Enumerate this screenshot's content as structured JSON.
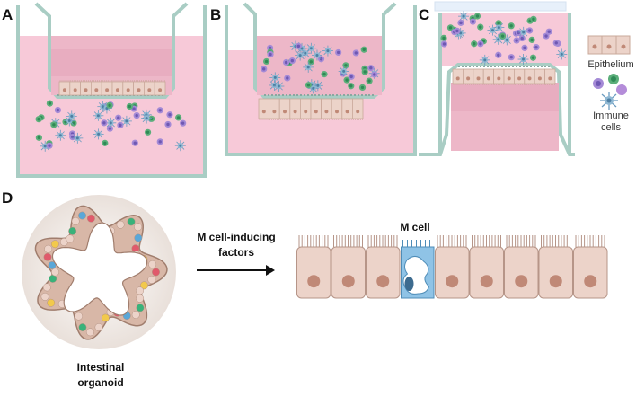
{
  "panels": {
    "a": {
      "label": "A"
    },
    "b": {
      "label": "B"
    },
    "c": {
      "label": "C"
    },
    "d": {
      "label": "D"
    }
  },
  "legend": {
    "epithelium": "Epithelium",
    "immune_line1": "Immune",
    "immune_line2": "cells"
  },
  "arrow": {
    "line1": "M cell-inducing",
    "line2": "factors"
  },
  "mcell": {
    "label": "M cell"
  },
  "organoid": {
    "line1": "Intestinal",
    "line2": "organoid"
  },
  "colors": {
    "well_frame": "#a9cdc4",
    "media": "#f7c9d8",
    "insert_fill": "#edb7c8",
    "epithelium": "#ecd3c9",
    "nucleus": "#c08977",
    "m_cell": "#8fc3e6",
    "immune_purple": "#a48ad6",
    "immune_green": "#5cae7a",
    "immune_blue": "#6a9bbf"
  },
  "icons": [
    "well-insert-icon",
    "epithelial-cell-icon",
    "immune-cell-icon",
    "arrow-right-icon",
    "organoid-icon"
  ]
}
